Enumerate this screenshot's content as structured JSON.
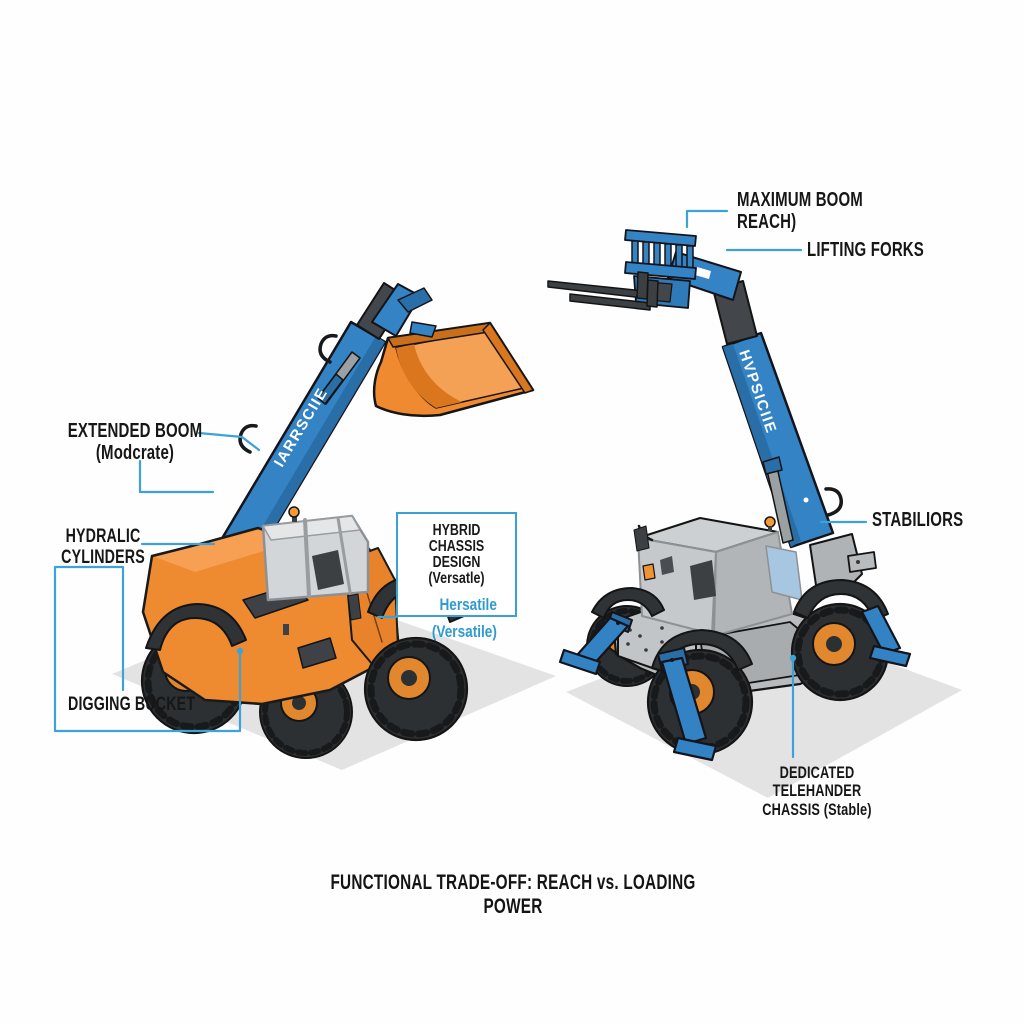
{
  "caption": "FUNCTIONAL TRADE-OFF: REACH vs. LOADING POWER",
  "labels": {
    "maximum_boom_reach": {
      "lines": [
        "MAXIMUM BOOM",
        "REACH)"
      ]
    },
    "lifting_forks": {
      "lines": [
        "LIFTING FORKS"
      ]
    },
    "extended_boom": {
      "lines": [
        "EXTENDED BOOM",
        "(Modcrate)"
      ]
    },
    "hydraulic_cylinders": {
      "lines": [
        "HYDRALIC",
        "CYLINDERS"
      ]
    },
    "digging_bucket": {
      "lines": [
        "DIGGING BUCKET"
      ]
    },
    "stabilizers": {
      "lines": [
        "STABILIORS"
      ]
    },
    "dedicated_chassis": {
      "lines": [
        "DEDICATED",
        "TELEHANDER",
        "CHASSIS (Stable)"
      ]
    },
    "hybrid_chassis_box": {
      "black_lines": [
        "HYBRID CHASSIS",
        "DESIGN (Versatle)"
      ],
      "blue_lines": [
        "Hersatile",
        "(Versatile)"
      ]
    }
  },
  "machines": {
    "left": {
      "description": "orange loader with telescopic boom and digging bucket",
      "boom_text": "IARRSCIIE"
    },
    "right": {
      "description": "grey telehandler with raised boom, lifting forks and stabilizer legs",
      "boom_text": "HVPSICIIE"
    }
  },
  "colors": {
    "leader_blue": "#3da2d6",
    "machine_blue": "#3383c5",
    "machine_blue_dark": "#2a6ea8",
    "orange": "#ee8a30",
    "orange_dark": "#d9761e",
    "grey_body": "#b9bcbe",
    "dark_metal": "#3c4043",
    "tire": "#2d3032",
    "rim_orange": "#e1882f",
    "shadow": "#e3e3e3",
    "label_text": "#161616",
    "box_blue_text": "#2f9ad0"
  }
}
